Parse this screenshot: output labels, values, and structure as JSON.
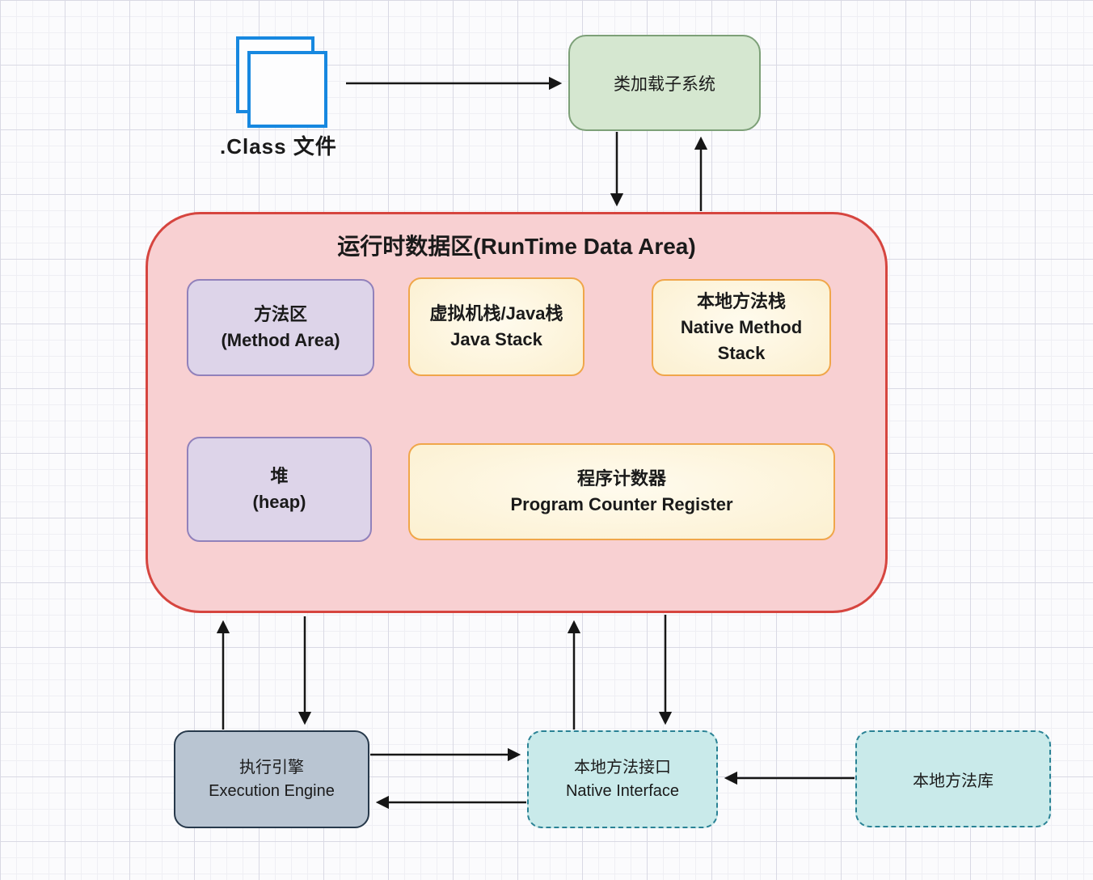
{
  "diagram": {
    "class_file": {
      "label": ".Class 文件"
    },
    "class_loader": {
      "label": "类加载子系统"
    },
    "runtime_area": {
      "title": "运行时数据区(RunTime Data Area)",
      "method_area": {
        "line1": "方法区",
        "line2": "(Method Area)"
      },
      "java_stack": {
        "line1": "虚拟机栈/Java栈",
        "line2": "Java Stack"
      },
      "native_method_stack": {
        "line1": "本地方法栈",
        "line2": "Native Method Stack"
      },
      "heap": {
        "line1": "堆",
        "line2": "(heap)"
      },
      "pc_register": {
        "line1": "程序计数器",
        "line2": "Program Counter Register"
      }
    },
    "execution_engine": {
      "line1": "执行引擎",
      "line2": "Execution Engine"
    },
    "native_interface": {
      "line1": "本地方法接口",
      "line2": "Native Interface"
    },
    "native_library": {
      "label": "本地方法库"
    },
    "edges": [
      {
        "from": "class-file",
        "to": "class-loader"
      },
      {
        "from": "class-loader",
        "to": "runtime-data-area"
      },
      {
        "from": "runtime-data-area",
        "to": "class-loader"
      },
      {
        "from": "execution-engine",
        "to": "runtime-data-area"
      },
      {
        "from": "runtime-data-area",
        "to": "execution-engine"
      },
      {
        "from": "native-interface",
        "to": "runtime-data-area"
      },
      {
        "from": "runtime-data-area",
        "to": "native-interface"
      },
      {
        "from": "execution-engine",
        "to": "native-interface"
      },
      {
        "from": "native-interface",
        "to": "execution-engine"
      },
      {
        "from": "native-library",
        "to": "native-interface"
      }
    ],
    "colors": {
      "class_file_icon_border": "#1788e0",
      "class_loader_fill": "#d5e7d0",
      "class_loader_border": "#7da078",
      "runtime_fill": "#f8d0d2",
      "runtime_border": "#d6453f",
      "purple_fill": "#ddd4e9",
      "purple_border": "#9181bb",
      "yellow_fill": "#fcf1d3",
      "yellow_border": "#f0a64a",
      "execution_engine_fill": "#b9c5d2",
      "execution_engine_border": "#27394b",
      "cyan_fill": "#c9eaea",
      "cyan_border": "#2a8295",
      "arrow": "#161616"
    }
  }
}
